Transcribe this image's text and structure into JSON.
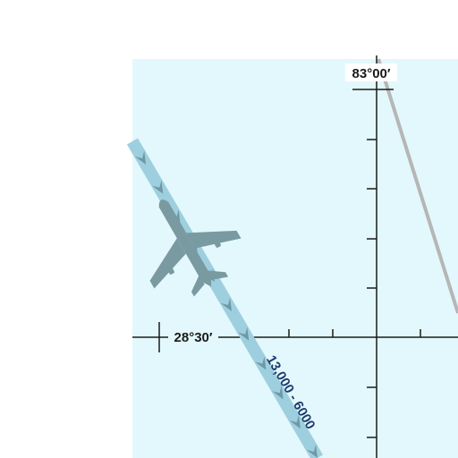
{
  "map": {
    "longitude_label": "83°00′",
    "latitude_label": "28°30′",
    "route_altitude_label": "13,000 - 6000",
    "icons": [
      "aircraft-icon"
    ],
    "colors": {
      "water": "#e3f8fc",
      "route": "#9ecfdf",
      "route_chevron": "#6f98a3",
      "aircraft": "#7a9aa2",
      "grid": "#1a1a1a",
      "boundary": "#b6b6b6",
      "route_label": "#1d3b6e"
    }
  }
}
